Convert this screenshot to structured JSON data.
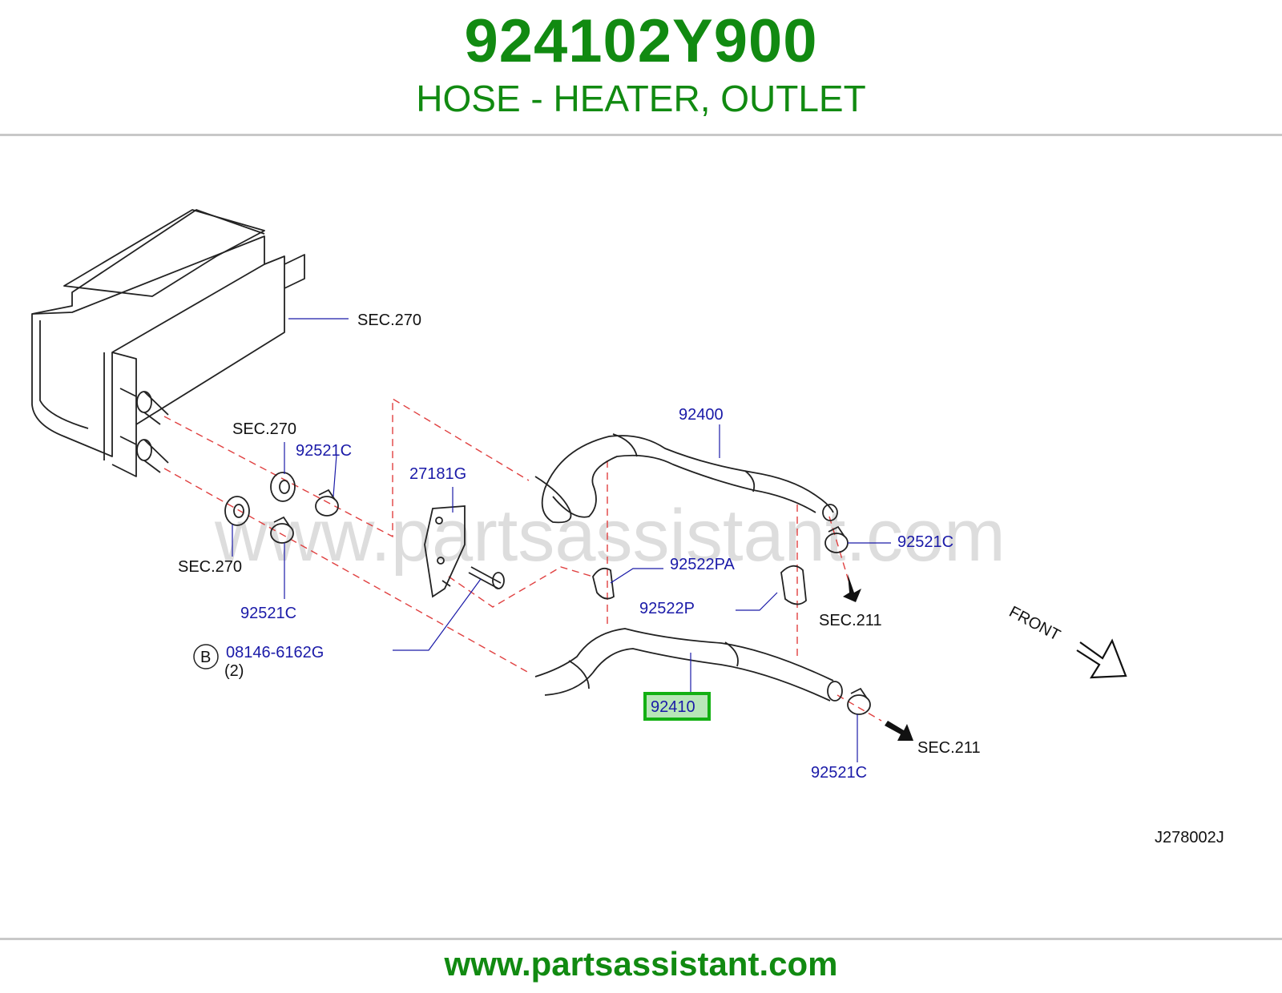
{
  "header": {
    "part_number": "924102Y900",
    "description": "HOSE - HEATER, OUTLET"
  },
  "diagram": {
    "watermark": "www.partsassistant.com",
    "drawing_code": "J278002J",
    "front_label": "FRONT",
    "highlighted_part": "92410",
    "labels": {
      "sec270_a": "SEC.270",
      "sec270_b": "SEC.270",
      "sec270_c": "SEC.270",
      "p92400": "92400",
      "p92521c_a": "92521C",
      "p92521c_b": "92521C",
      "p92521c_c": "92521C",
      "p92521c_d": "92521C",
      "p27181g": "27181G",
      "p92522pa": "92522PA",
      "p92522p": "92522P",
      "sec211_a": "SEC.211",
      "sec211_b": "SEC.211",
      "bolt_circle": "B",
      "bolt_part": "08146-6162G",
      "bolt_qty": "(2)"
    }
  },
  "footer": {
    "link": "www.partsassistant.com"
  },
  "colors": {
    "brand_green": "#118a11",
    "label_blue": "#1a1aa8",
    "highlight_border": "#13b013",
    "dashed_red": "#e04040"
  }
}
